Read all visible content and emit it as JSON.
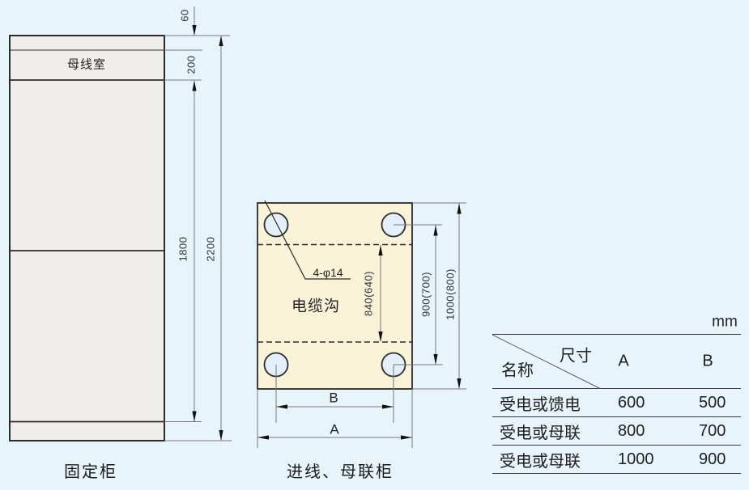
{
  "drawing": {
    "unit": "mm",
    "elevation": {
      "caption": "固定柜",
      "compartment_label": "母线室",
      "dim_top": "60",
      "dim_busbar": "200",
      "dim_body": "1800",
      "dim_total": "2200"
    },
    "plan": {
      "caption": "进线、母联柜",
      "trench_label": "电缆沟",
      "holes_label": "4-φ14",
      "dim_trench": "840(640)",
      "dim_hole_span": "900(700)",
      "dim_total": "1000(800)",
      "dim_width_inner": "B",
      "dim_width_outer": "A"
    }
  },
  "table": {
    "header": {
      "dim": "尺寸",
      "name": "名称",
      "a": "A",
      "b": "B"
    },
    "rows": [
      {
        "name": "受电或馈电",
        "a": "600",
        "b": "500"
      },
      {
        "name": "受电或母联",
        "a": "800",
        "b": "700"
      },
      {
        "name": "受电或母联",
        "a": "1000",
        "b": "900"
      }
    ]
  },
  "colors": {
    "background": "#e8f4fc",
    "cabinet_fill": "#f0eeed",
    "plan_fill": "#faf3d8",
    "hole_fill": "#e3f0fa",
    "outline": "#2b2b2b",
    "dim_line": "#777777"
  }
}
